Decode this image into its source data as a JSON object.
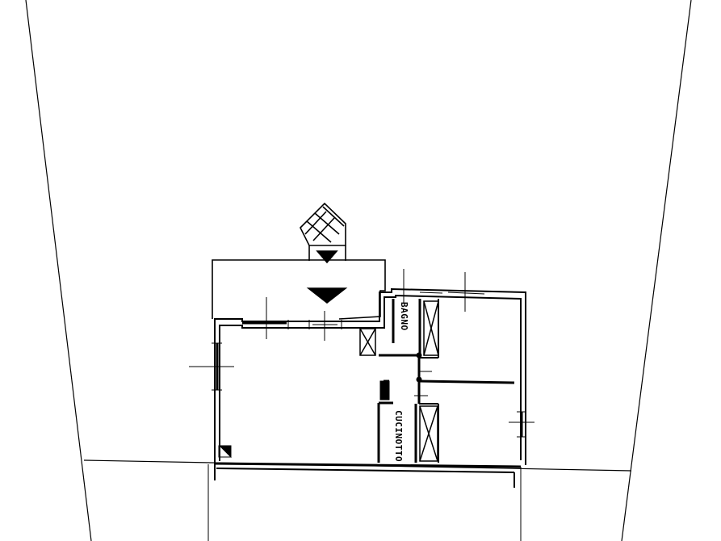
{
  "plan": {
    "rooms": [
      {
        "id": "bagno",
        "label": "BAGNO"
      },
      {
        "id": "cucinotto",
        "label": "CUCINOTTO"
      }
    ],
    "colors": {
      "line": "#000000",
      "background": "#ffffff"
    }
  }
}
